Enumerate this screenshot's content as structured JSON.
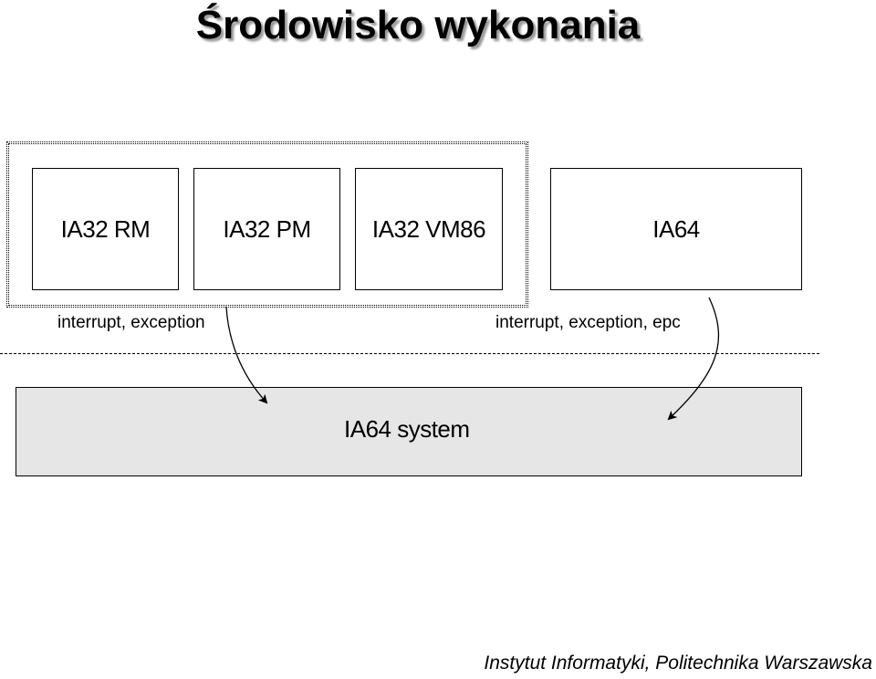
{
  "title": "Środowisko wykonania",
  "modes": {
    "ia32_rm": "IA32 RM",
    "ia32_pm": "IA32 PM",
    "ia32_vm86": "IA32 VM86",
    "ia64": "IA64"
  },
  "events": {
    "left": "interrupt, exception",
    "right": "interrupt, exception, epc"
  },
  "system": {
    "label": "IA64 system"
  },
  "footer": "Instytut Informatyki, Politechnika Warszawska"
}
